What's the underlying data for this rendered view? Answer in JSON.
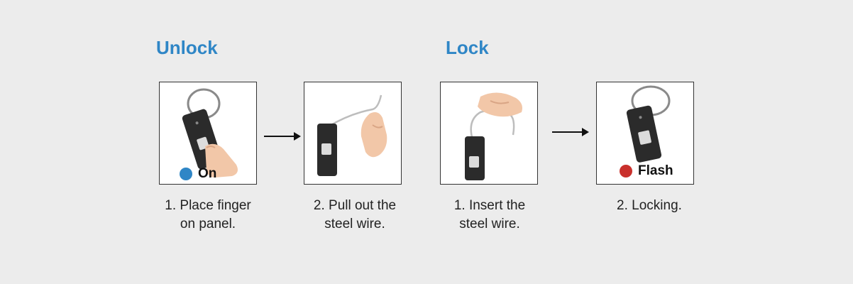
{
  "sections": {
    "unlock": {
      "title": "Unlock"
    },
    "lock": {
      "title": "Lock"
    }
  },
  "steps": [
    {
      "caption_line1": "1. Place finger",
      "caption_line2": "on panel.",
      "indicator_label": "On",
      "indicator_color": "#2f86c6"
    },
    {
      "caption_line1": "2. Pull out the",
      "caption_line2": "steel wire."
    },
    {
      "caption_line1": "1. Insert the",
      "caption_line2": "steel wire."
    },
    {
      "caption_line1": "2. Locking.",
      "caption_line2": "",
      "indicator_label": "Flash",
      "indicator_color": "#c9302c"
    }
  ],
  "colors": {
    "background": "#ececec",
    "heading": "#2f86c6",
    "lock_body": "#2b2b2b",
    "skin": "#f2c7a8"
  }
}
